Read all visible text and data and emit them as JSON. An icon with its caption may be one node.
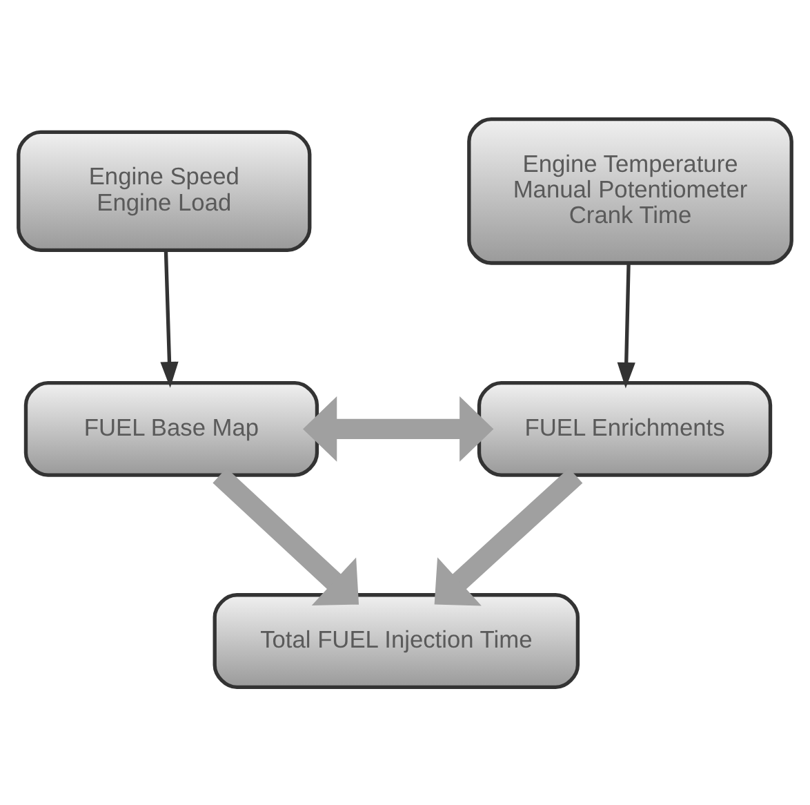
{
  "diagram": {
    "nodes": [
      {
        "text": [
          "Engine Speed",
          "Engine Load"
        ]
      },
      {
        "text": [
          "Engine Temperature",
          "Manual Potentiometer",
          "Crank Time"
        ]
      },
      {
        "text": [
          "FUEL Base Map"
        ]
      },
      {
        "text": [
          "FUEL Enrichments"
        ]
      },
      {
        "text": [
          "Total FUEL Injection Time"
        ]
      }
    ],
    "edges": [
      {
        "from": 0,
        "to": 2,
        "arrow": "to",
        "color": "#333333"
      },
      {
        "from": 1,
        "to": 3,
        "arrow": "to",
        "color": "#333333"
      },
      {
        "from": 2,
        "to": 3,
        "arrow": "both"
      },
      {
        "from": 2,
        "to": 4,
        "arrow": "to"
      },
      {
        "from": 3,
        "to": 4,
        "arrow": "to"
      }
    ]
  }
}
